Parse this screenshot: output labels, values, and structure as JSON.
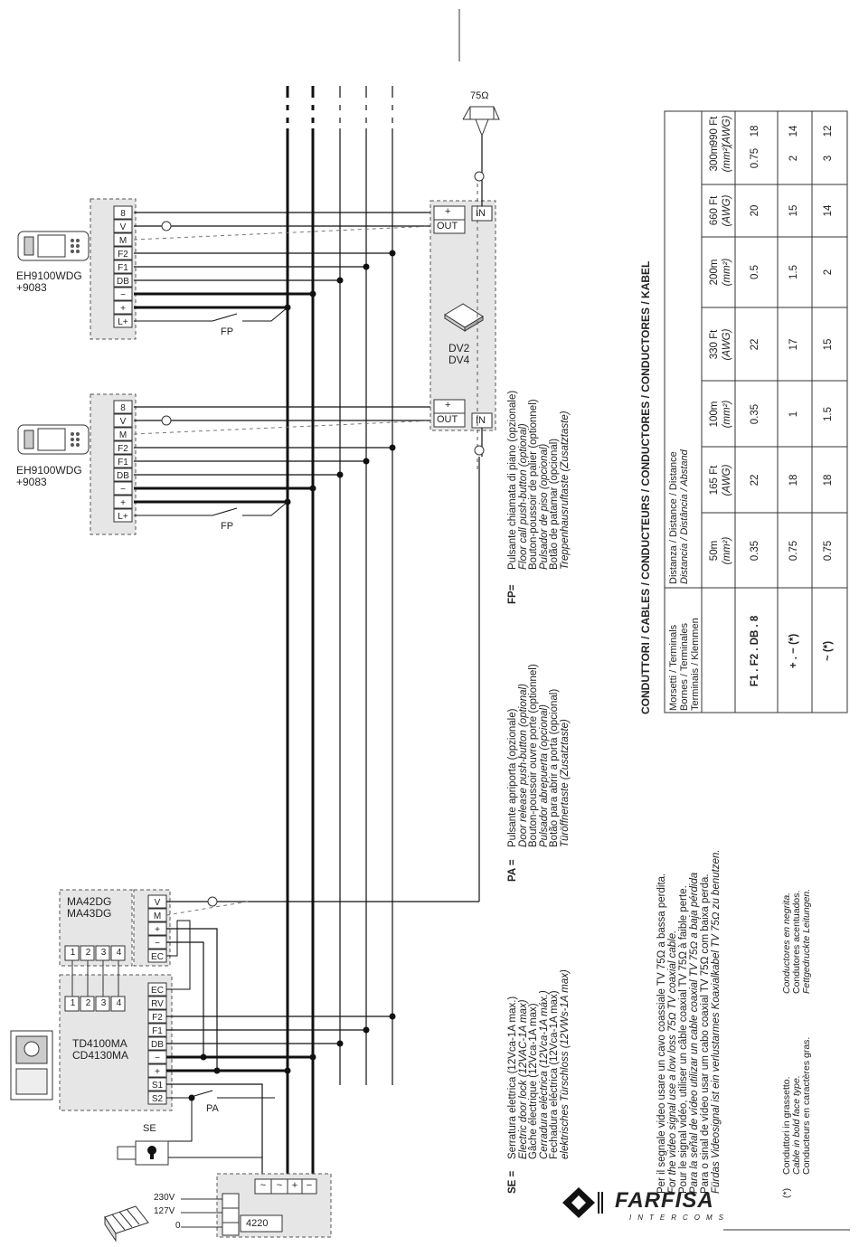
{
  "monitors": [
    {
      "model": "EH9100WDG",
      "code": "+9083",
      "terminals": [
        "8",
        "V",
        "M",
        "F2",
        "F1",
        "DB",
        "−",
        "+",
        "L+"
      ],
      "switch_label": "FP"
    },
    {
      "model": "EH9100WDG",
      "code": "+9083",
      "terminals": [
        "8",
        "V",
        "M",
        "F2",
        "F1",
        "DB",
        "−",
        "+",
        "L+"
      ],
      "switch_label": "FP"
    }
  ],
  "distributor": {
    "model_line1": "DV2",
    "model_line2": "DV4",
    "port_plus": "+",
    "port_out": "OUT",
    "port_in": "IN",
    "resistor": "75Ω"
  },
  "audio_module": {
    "model_line1": "MA42DG",
    "model_line2": "MA43DG",
    "terminals": [
      "V",
      "M",
      "+",
      "−",
      "EC"
    ],
    "buttons": [
      "1",
      "2",
      "3",
      "4"
    ]
  },
  "door_panel": {
    "model_line1": "TD4100MA",
    "model_line2": "CD4130MA",
    "terminals": [
      "EC",
      "RV",
      "F2",
      "F1",
      "DB",
      "−",
      "+",
      "S1",
      "S2"
    ],
    "buttons": [
      "1",
      "2",
      "3",
      "4"
    ],
    "switch_label": "PA"
  },
  "lock_label": "SE",
  "power_supply": {
    "model": "4220",
    "inputs": [
      "230V",
      "127V",
      "0"
    ],
    "outputs": [
      "~",
      "~",
      "+",
      "−"
    ]
  },
  "legend_fp": {
    "key": "FP",
    "lines": [
      "Pulsante  chiamata di piano (opzionale)",
      "Floor call  push-button (optional)",
      "Bouton-poussoir de palier (optionnel)",
      "Pulsador de piso (opcional)",
      "Botão de patamar (opcional)",
      "Treppenhausruftaste (Zusatztaste)"
    ]
  },
  "legend_pa": {
    "key": "PA",
    "lines": [
      "Pulsante apriporta (opzionale)",
      "Door release push-button (optional)",
      "Bouton-poussoir ouvre porte (optionnel)",
      "Pulsador abrepuerta (opcional)",
      "Botão para abrir a porta (opcional)",
      "Türöffnertaste (Zusatztaste)"
    ]
  },
  "legend_se": {
    "key": "SE",
    "lines": [
      "Serratura elettrica (12Vca-1A max.)",
      "Electric door lock (12VAC-1A max)",
      "Gâche électrique (12Vca-1A max)",
      "Cerradura eléctrica (12Vca-1A máx.)",
      "Fechadura eléctrica (12Vca-1A max)",
      "elektrisches Türschloss (12VWs-1A  max)"
    ]
  },
  "table": {
    "title": "CONDUTTORI / CABLES / CONDUCTEURS / CONDUCTORES / CONDUCTORES / KABEL",
    "terminals_header": [
      "Morsetti / Terminals",
      "Bornes / Terminales",
      "Terminais / Klemmen"
    ],
    "distance_header": [
      "Distanza / Distance / Distance",
      "Distancia / Distância / Abstand"
    ],
    "columns": [
      {
        "dist": "50m",
        "unit": "(mm²)"
      },
      {
        "dist": "165 Ft",
        "unit": "(AWG)"
      },
      {
        "dist": "100m",
        "unit": "(mm²)"
      },
      {
        "dist": "330 Ft",
        "unit": "(AWG)"
      },
      {
        "dist": "200m",
        "unit": "(mm²)"
      },
      {
        "dist": "660 Ft",
        "unit": "(AWG)"
      },
      {
        "dist": "300m",
        "unit": "(mm²)"
      },
      {
        "dist": "990 Ft",
        "unit": "(AWG)"
      }
    ],
    "rows": [
      {
        "terminal": "F1 . F2 . DB . 8",
        "values": [
          "0.35",
          "22",
          "0.35",
          "22",
          "0.5",
          "20",
          "0.75",
          "18"
        ]
      },
      {
        "terminal": "+ . − (*)",
        "values": [
          "0.75",
          "18",
          "1",
          "17",
          "1.5",
          "15",
          "2",
          "14"
        ]
      },
      {
        "terminal": "~ (*)",
        "values": [
          "0.75",
          "18",
          "1.5",
          "15",
          "2",
          "14",
          "3",
          "12"
        ]
      }
    ]
  },
  "video_note": [
    "Per il segnale video usare un cavo coassiale TV 75Ω a bassa perdita.",
    "For the video signal use a low loss 75Ω TV coaxial cable.",
    "Pour le signal vidéo, utiliser un câble coaxial TV 75Ω à faible perte.",
    "Para la señal de vídeo utilizar un cable coaxial TV 75Ω a baja pérdida",
    "Para o sinal de vídeo usar um cabo coaxial TV 75Ω com baixa perda.",
    "Fürdas Videosignal ist ein verlustarmes Koaxialkabel TV 75Ω zu benutzen."
  ],
  "bold_note": {
    "mark": "(*)",
    "left": [
      "Conduttori in grassetto.",
      "Cable in bold face type.",
      "Conducteurs en caractères gras."
    ],
    "right": [
      "Conductores en negrita.",
      "Condutores acentuados.",
      "Fettgedruckte Leitungen."
    ]
  },
  "brand": {
    "name": "FARFISA",
    "tagline": "INTERCOMS"
  }
}
